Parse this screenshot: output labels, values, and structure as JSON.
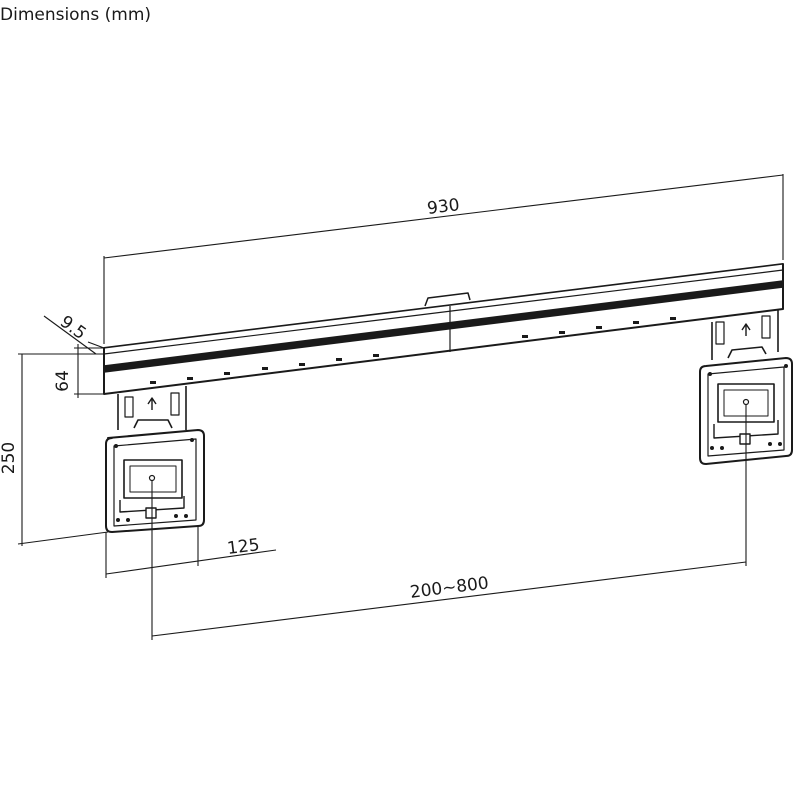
{
  "title": "Dimensions (mm)",
  "dimensions": {
    "overall_width": "930",
    "depth": "9.5",
    "rail_height": "64",
    "total_height": "250",
    "bracket_width": "125",
    "bracket_spacing": "200~800"
  },
  "colors": {
    "line": "#1a1a1a",
    "background": "#ffffff"
  }
}
